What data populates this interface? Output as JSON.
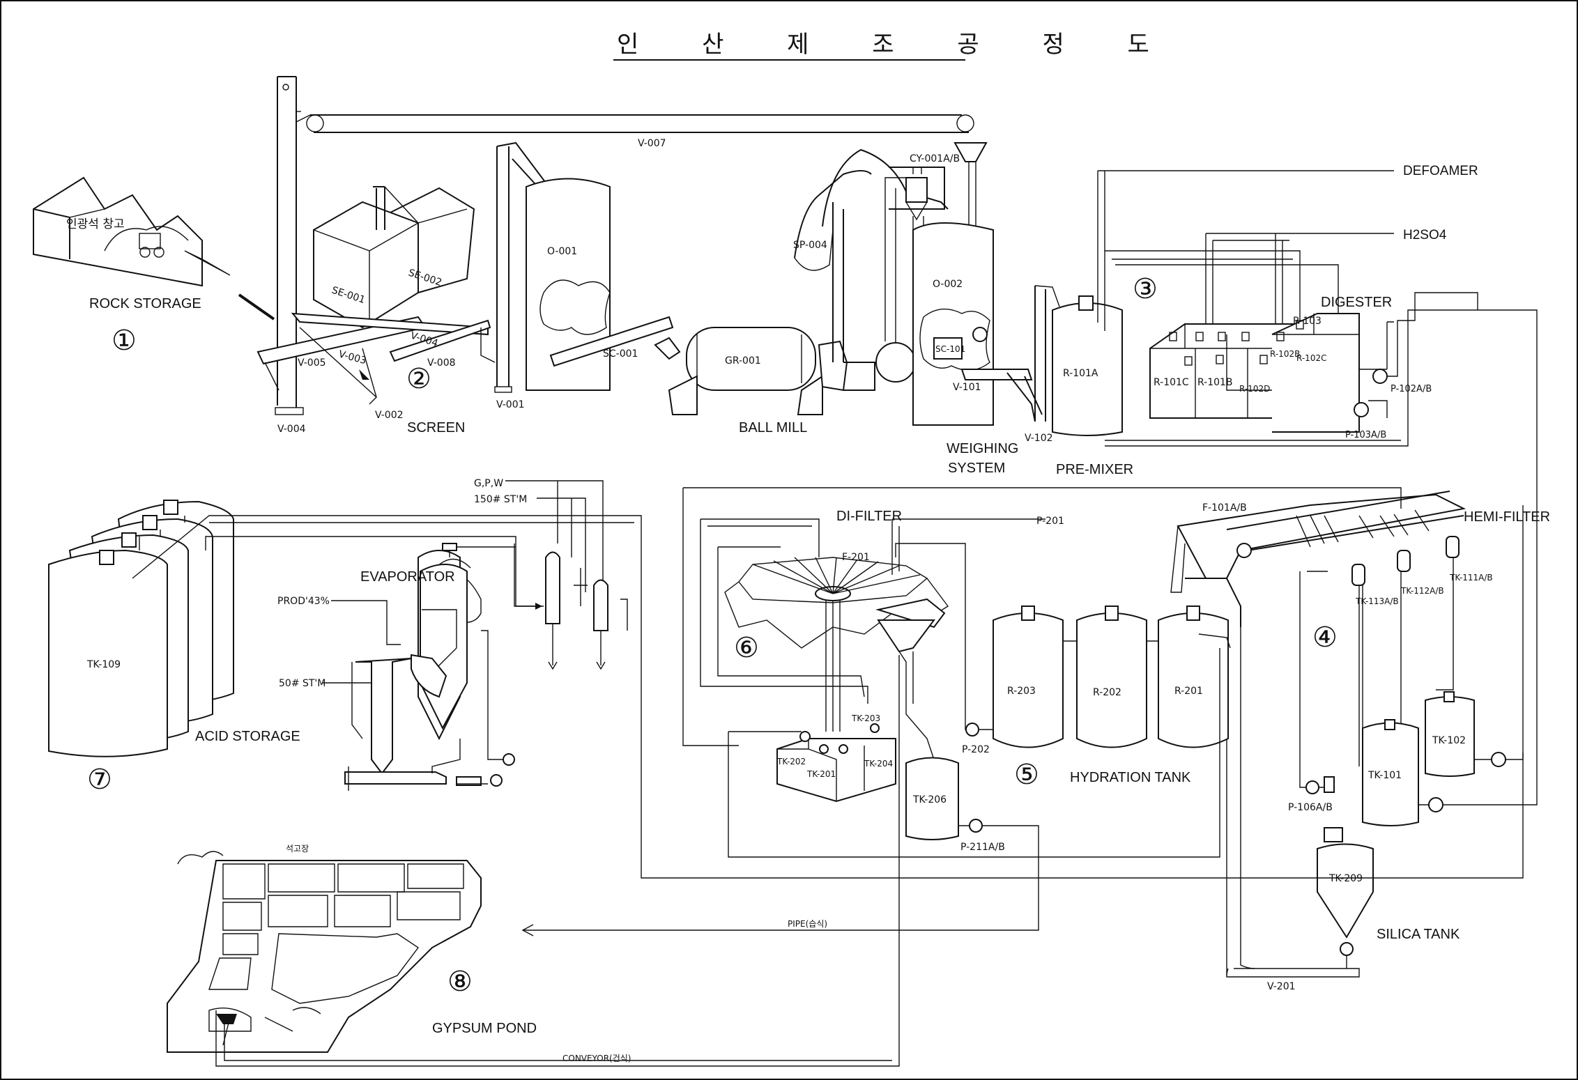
{
  "title": "인 산 제 조 공 정 도",
  "sections": [
    {
      "id": "rock-storage",
      "num": "①",
      "label": "ROCK STORAGE",
      "sublabel": "인광석 창고"
    },
    {
      "id": "screen",
      "num": "②",
      "label": "SCREEN"
    },
    {
      "id": "digester",
      "num": "③",
      "label": "DIGESTER"
    },
    {
      "id": "hemi-filter",
      "num": "④",
      "label": "HEMI-FILTER"
    },
    {
      "id": "hydration-tank",
      "num": "⑤",
      "label": "HYDRATION TANK"
    },
    {
      "id": "di-filter",
      "num": "⑥",
      "label": "DI-FILTER"
    },
    {
      "id": "acid-storage",
      "num": "⑦",
      "label": "ACID STORAGE"
    },
    {
      "id": "gypsum-pond",
      "num": "⑧",
      "label": "GYPSUM POND",
      "sublabel": "석고장"
    }
  ],
  "area_labels": {
    "ball_mill": "BALL MILL",
    "weighing": "WEIGHING",
    "system": "SYSTEM",
    "pre_mixer": "PRE-MIXER",
    "evaporator": "EVAPORATOR",
    "silica_tank": "SILICA TANK"
  },
  "streams": {
    "defoamer": "DEFOAMER",
    "h2so4": "H2SO4",
    "gpw": "G,P,W",
    "steam150": "150# ST'M",
    "steam50": "50# ST'M",
    "prod": "PROD'43%",
    "pipe": "PIPE(습식)",
    "conveyor": "CONVEYOR(건식)"
  },
  "tags": {
    "v007": "V-007",
    "cy001": "CY-001A/B",
    "sp004": "SP-004",
    "o001": "O-001",
    "o002": "O-002",
    "se001": "SE-001",
    "se002": "SE-002",
    "v003": "V-003",
    "v004b": "V-004",
    "v005": "V-005",
    "v008": "V-008",
    "v002": "V-002",
    "v004": "V-004",
    "v001": "V-001",
    "sc001": "SC-001",
    "gr001": "GR-001",
    "sc101": "SC-101",
    "v101": "V-101",
    "v102": "V-102",
    "r101a": "R-101A",
    "r103": "R-103",
    "r101c": "R-101C",
    "r101b": "R-101B",
    "r102b": "R-102B",
    "r102c": "R-102C",
    "r102d": "R-102D",
    "p102ab": "P-102A/B",
    "p103ab": "P-103A/B",
    "f101ab": "F-101A/B",
    "p201": "P-201",
    "f201": "F-201",
    "tk109": "TK-109",
    "r203": "R-203",
    "r202": "R-202",
    "r201": "R-201",
    "p202": "P-202",
    "tk113ab": "TK-113A/B",
    "tk112ab": "TK-112A/B",
    "tk111ab": "TK-111A/B",
    "tk203": "TK-203",
    "tk202": "TK-202",
    "tk201": "TK-201",
    "tk204": "TK-204",
    "tk206": "TK-206",
    "p211ab": "P-211A/B",
    "tk101": "TK-101",
    "tk102": "TK-102",
    "p106ab": "P-106A/B",
    "tk209": "TK-209",
    "v201": "V-201"
  }
}
